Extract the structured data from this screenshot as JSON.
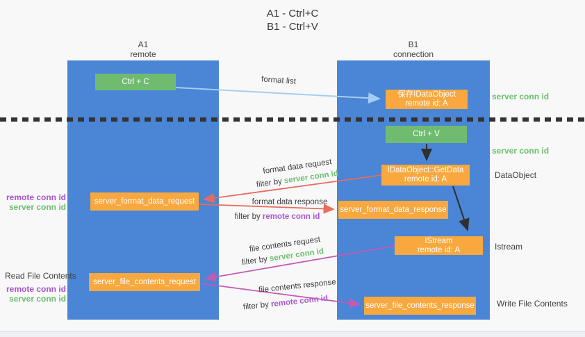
{
  "title": {
    "line1": "A1 - Ctrl+C",
    "line2": "B1 - Ctrl+V"
  },
  "columns": {
    "left": {
      "header_line1": "A1",
      "header_line2": "remote"
    },
    "right": {
      "header_line1": "B1",
      "header_line2": "connection"
    }
  },
  "nodes": {
    "ctrl_c": "Ctrl + C",
    "save_dataobject_line1": "保存IDataObject",
    "save_dataobject_line2": "remote id: A",
    "ctrl_v": "Ctrl + V",
    "getdata_line1": "IDataObject::GetData",
    "getdata_line2": "remote id: A",
    "format_request": "server_format_data_request",
    "format_response": "server_format_data_response",
    "istream_line1": "IStream",
    "istream_line2": "remote id: A",
    "file_request": "server_file_contents_request",
    "file_response": "server_file_contents_response"
  },
  "side_labels": {
    "server_conn_id_top": "server conn id",
    "server_conn_id_mid": "server conn id",
    "dataobject": "DataObject",
    "istream": "Istream",
    "write_file_contents": "Write File Contents",
    "read_file_contents": "Read File Contents",
    "remote_conn_id_format": "remote conn id",
    "server_conn_id_format": "server conn id",
    "remote_conn_id_file": "remote conn id",
    "server_conn_id_file": "server conn id"
  },
  "flow_labels": {
    "format_list": "format list",
    "format_data_request": "format data request",
    "format_data_response": "format data response",
    "file_contents_request": "file contents request",
    "file_contents_response": "file contents response",
    "filter_by": "filter by ",
    "server_conn_id": "server conn id",
    "remote_conn_id": "remote conn id"
  },
  "colors": {
    "lifeline_blue": "#4a85d6",
    "node_green": "#6fbc70",
    "node_orange": "#f8a83e",
    "arrow_light_blue": "#a5cdf0",
    "arrow_red": "#e96b5c",
    "arrow_magenta": "#c45ab4",
    "arrow_black": "#2f2f2f",
    "text_green": "#6cbf6c",
    "text_purple": "#a855cc",
    "dotted_line": "#333333"
  }
}
